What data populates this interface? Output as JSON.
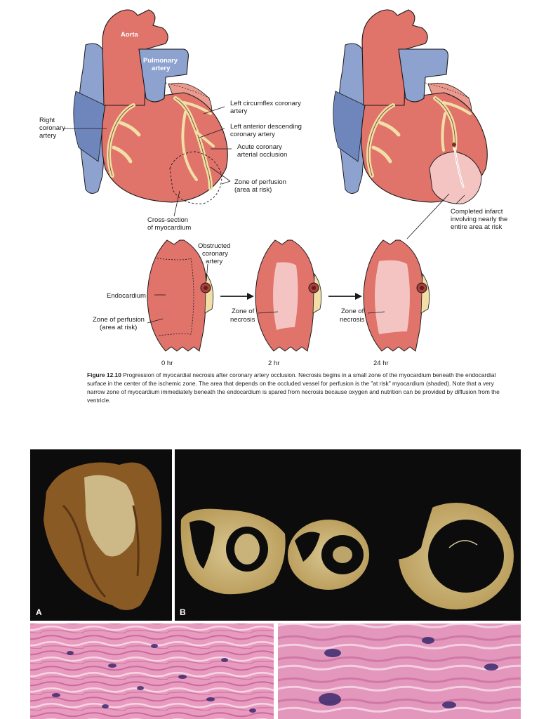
{
  "labels": {
    "aorta": "Aorta",
    "pulmonary_1": "Pulmonary",
    "pulmonary_2": "artery",
    "right_coronary_1": "Right",
    "right_coronary_2": "coronary",
    "right_coronary_3": "artery",
    "left_circumflex_1": "Left circumflex coronary",
    "left_circumflex_2": "artery",
    "lad_1": "Left anterior descending",
    "lad_2": "coronary artery",
    "acute_1": "Acute coronary",
    "acute_2": "arterial occlusion",
    "zone_perf_1": "Zone of perfusion",
    "zone_perf_2": "(area at risk)",
    "cross_1": "Cross-section",
    "cross_2": "of myocardium",
    "obstructed_1": "Obstructed",
    "obstructed_2": "coronary",
    "obstructed_3": "artery",
    "endocardium": "Endocardium",
    "zone_perf_b1": "Zone of perfusion",
    "zone_perf_b2": "(area at risk)",
    "zone_nec_a1": "Zone of",
    "zone_nec_a2": "necrosis",
    "zone_nec_b1": "Zone of",
    "zone_nec_b2": "necrosis",
    "completed_1": "Completed infarct",
    "completed_2": "involving nearly the",
    "completed_3": "entire area at risk",
    "time_0": "0 hr",
    "time_2": "2 hr",
    "time_24": "24 hr"
  },
  "caption": {
    "figure_label": "Figure 12.10",
    "text": "Progression of myocardial necrosis after coronary artery occlusion. Necrosis begins in a small zone of the myocardium beneath the endocardial surface in the center of the ischemic zone. The area that depends on the occluded vessel for perfusion is the \"at risk\" myocardium (shaded). Note that a very narrow zone of myocardium immediately beneath the endocardium is spared from necrosis because oxygen and nutrition can be provided by diffusion from the ventricle."
  },
  "panels": {
    "a_letter": "A",
    "b_letter": "B"
  },
  "colors": {
    "myocardium": "#e0736a",
    "myocardium_dark": "#a8403b",
    "vein": "#8da2cf",
    "artery_yellow": "#f2dfa8",
    "necrosis": "#f4c4c2",
    "photo_bg": "#0c0c0c",
    "histology": "#e18fb5"
  }
}
